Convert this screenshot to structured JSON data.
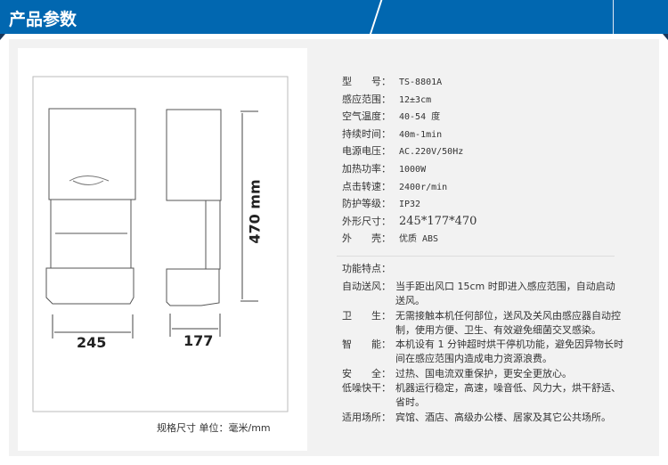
{
  "header": {
    "title": "产品参数",
    "accent": "#0167b0"
  },
  "drawing": {
    "width_label": "245",
    "depth_label": "177",
    "height_label": "470 mm",
    "caption": "规格尺寸 单位：毫米/mm"
  },
  "specs": [
    {
      "label": "型　　号：",
      "value": "TS-8801A"
    },
    {
      "label": "感应范围：",
      "value": "12±3cm"
    },
    {
      "label": "空气温度：",
      "value": "40-54 度"
    },
    {
      "label": "持续时间：",
      "value": "40m-1min"
    },
    {
      "label": "电源电压：",
      "value": "AC.220V/50Hz"
    },
    {
      "label": "加热功率：",
      "value": "1000W"
    },
    {
      "label": "点击转速：",
      "value": "2400r/min"
    },
    {
      "label": "防护等级：",
      "value": "IP32"
    },
    {
      "label": "外形尺寸：",
      "value": "245*177*470"
    },
    {
      "label": "外　　壳：",
      "value": "优质 ABS"
    }
  ],
  "features": {
    "heading": "功能特点：",
    "items": [
      {
        "label": "自动送风：",
        "value": "当手距出风口 15cm 时即进入感应范围，自动启动送风。"
      },
      {
        "label": "卫　　生：",
        "value": "无需接触本机任何部位，送风及关风由感应器自动控制，使用方便、卫生、有效避免细菌交叉感染。"
      },
      {
        "label": "智　　能：",
        "value": "本机设有 1 分钟超时烘干停机功能，避免因异物长时间在感应范围内造成电力资源浪费。"
      },
      {
        "label": "安　　全：",
        "value": "过热、国电流双重保护，更安全更放心。"
      },
      {
        "label": "低噪快干：",
        "value": "机器运行稳定，高速，噪音低、风力大，烘干舒适、省时。"
      },
      {
        "label": "适用场所：",
        "value": "宾馆、酒店、高级办公楼、居家及其它公共场所。"
      }
    ]
  }
}
